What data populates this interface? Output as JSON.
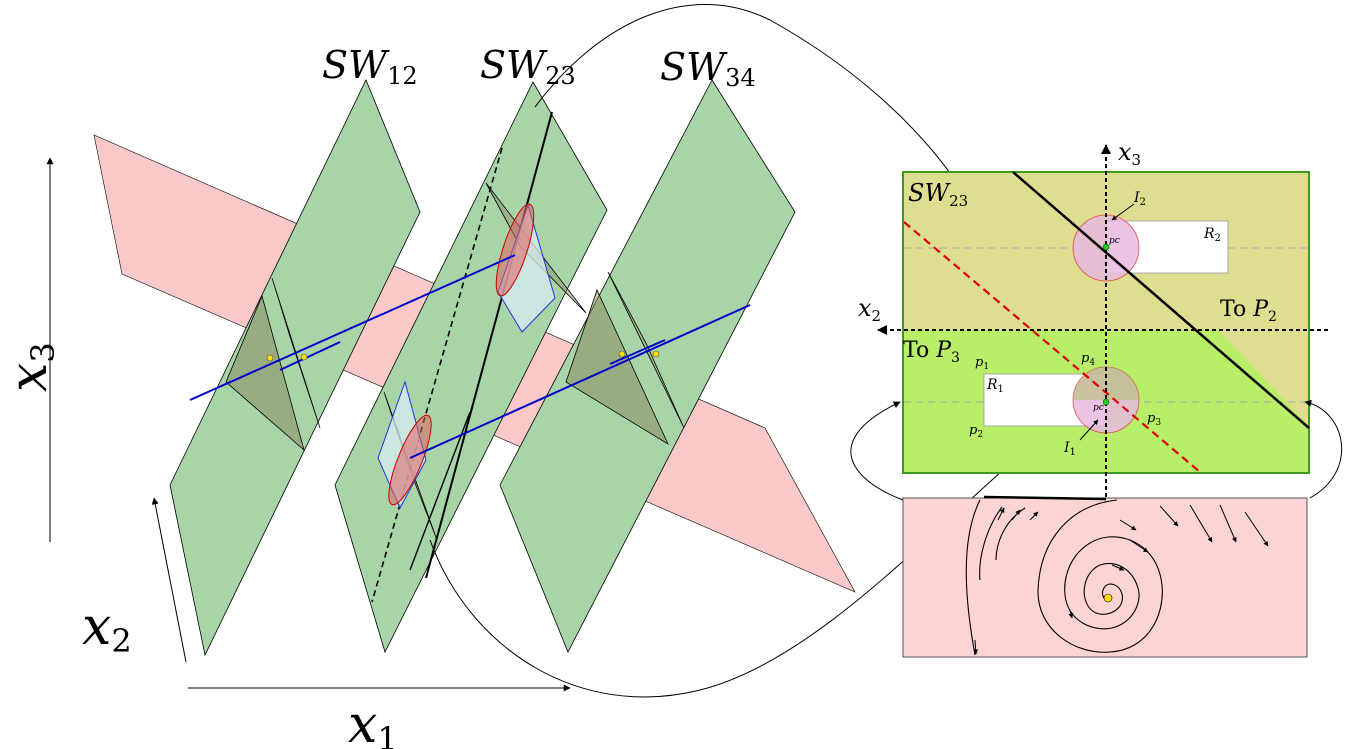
{
  "axes": {
    "x1": {
      "base": "x",
      "sub": "1"
    },
    "x2": {
      "base": "x",
      "sub": "2"
    },
    "x3": {
      "base": "x",
      "sub": "3"
    }
  },
  "switching_planes": [
    {
      "base": "SW",
      "sub": "12"
    },
    {
      "base": "SW",
      "sub": "23"
    },
    {
      "base": "SW",
      "sub": "34"
    }
  ],
  "zoom_panel": {
    "title": {
      "base": "SW",
      "sub": "23"
    },
    "axis_x3": {
      "base": "x",
      "sub": "3"
    },
    "axis_x2": {
      "base": "x",
      "sub": "2"
    },
    "to_p2": {
      "text": "To ",
      "base": "P",
      "sub": "2"
    },
    "to_p3": {
      "text": "To ",
      "base": "P",
      "sub": "3"
    },
    "I2": {
      "base": "I",
      "sub": "2"
    },
    "I1": {
      "base": "I",
      "sub": "1"
    },
    "R2": {
      "base": "R",
      "sub": "2"
    },
    "R1": {
      "base": "R",
      "sub": "1"
    },
    "p1": {
      "base": "p",
      "sub": "1"
    },
    "p2": {
      "base": "p",
      "sub": "2"
    },
    "p3": {
      "base": "p",
      "sub": "3"
    },
    "p4": {
      "base": "p",
      "sub": "4"
    },
    "pc_top": "pc",
    "pc_bottom": "pc"
  },
  "colors": {
    "switching_plane": "#a8d5a8",
    "pink_plane": "#f9c9c9",
    "panel_upper": "#dede90",
    "panel_lower": "#b8ee68",
    "panel_border": "#3c9a1c",
    "trajectory": "#0000cc",
    "red_dashed": "#e00000",
    "circle": "#e6b8e0"
  }
}
